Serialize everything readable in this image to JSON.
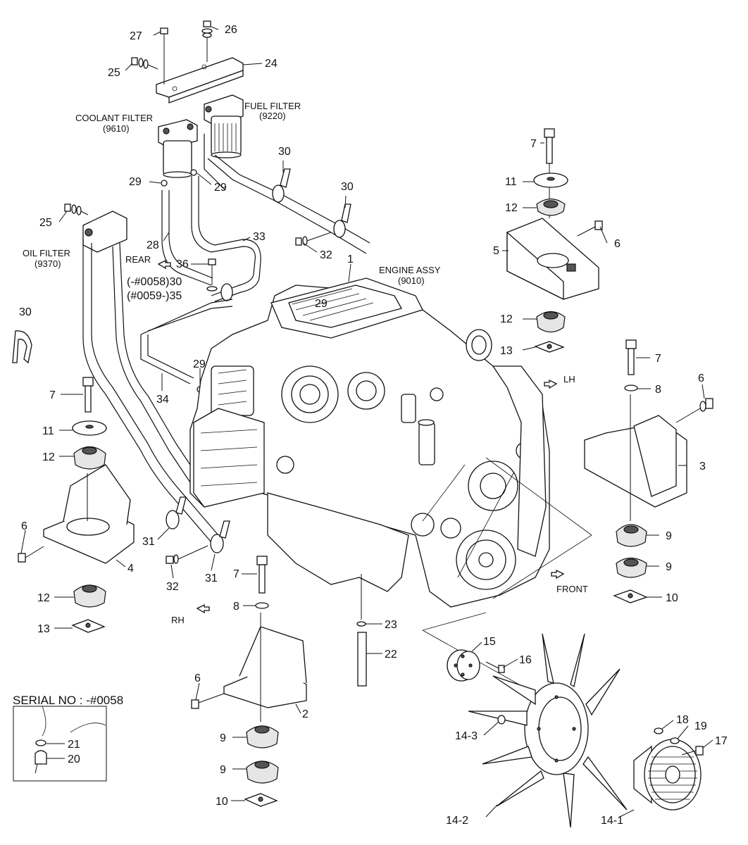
{
  "labels": {
    "coolant_filter": "COOLANT FILTER",
    "coolant_filter_code": "(9610)",
    "fuel_filter": "FUEL FILTER",
    "fuel_filter_code": "(9220)",
    "oil_filter": "OIL FILTER",
    "oil_filter_code": "(9370)",
    "engine_assy": "ENGINE ASSY",
    "engine_assy_code": "(9010)",
    "rear": "REAR",
    "front": "FRONT",
    "lh": "LH",
    "rh": "RH",
    "serial_note": "SERIAL NO : -#0058",
    "serial_30": "(-#0058)30",
    "serial_35": "(#0059-)35"
  },
  "callouts": {
    "c27": "27",
    "c26": "26",
    "c25a": "25",
    "c24": "24",
    "c29a": "29",
    "c29b": "29",
    "c30a": "30",
    "c30b": "30",
    "c25b": "25",
    "c32a": "32",
    "c28": "28",
    "c33": "33",
    "c36": "36",
    "c1": "1",
    "c29c": "29",
    "c30c": "30",
    "c7a": "7",
    "c11a": "11",
    "c12a": "12",
    "c6a": "6",
    "c5": "5",
    "c12b": "12",
    "c13a": "13",
    "c7b": "7",
    "c8a": "8",
    "c6b": "6",
    "c3": "3",
    "c9a": "9",
    "c9b": "9",
    "c10a": "10",
    "c7c": "7",
    "c11b": "11",
    "c12c": "12",
    "c6c": "6",
    "c4": "4",
    "c12d": "12",
    "c13b": "13",
    "c29d": "29",
    "c34": "34",
    "c31a": "31",
    "c32b": "32",
    "c31b": "31",
    "c7d": "7",
    "c8b": "8",
    "c23": "23",
    "c22": "22",
    "c6d": "6",
    "c2": "2",
    "c9c": "9",
    "c9d": "9",
    "c10b": "10",
    "c15": "15",
    "c16": "16",
    "c14_3": "14-3",
    "c18": "18",
    "c19": "19",
    "c17": "17",
    "c14_2": "14-2",
    "c14_1": "14-1",
    "c21": "21",
    "c20": "20"
  }
}
